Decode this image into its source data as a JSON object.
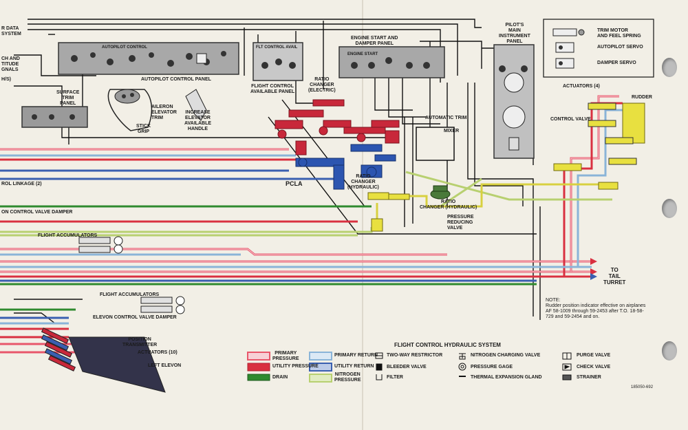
{
  "diagram": {
    "title": "FLIGHT CONTROL HYDRAULIC SYSTEM",
    "doc_number": "185050-692",
    "colors": {
      "primary_pressure": "#e8566a",
      "primary_return": "#8ab4d8",
      "utility_pressure": "#d93040",
      "utility_return": "#3a5fb0",
      "drain": "#2f8a2f",
      "nitrogen_pressure": "#b8d070",
      "yellow_component": "#e8e040",
      "red_component": "#c8283a",
      "blue_component": "#2c55b0",
      "black_line": "#111111",
      "paper": "#f2efe6"
    }
  },
  "labels": {
    "data_system": "R DATA\nSYSTEM",
    "ch_signals": "CH AND\nTITUDE\nGNALS",
    "hs": "h/s)",
    "surface_trim_panel": "SURFACE\nTRIM\nPANEL",
    "autopilot_control_panel": "AUTOPILOT CONTROL PANEL",
    "flight_control_available_panel": "FLIGHT CONTROL\nAVAILABLE PANEL",
    "engine_start_damper_panel": "ENGINE START AND\nDAMPER PANEL",
    "pilots_main_instrument_panel": "PILOT'S\nMAIN\nINSTRUMENT\nPANEL",
    "aileron_elevator_trim": "AILERON\nELEVATOR\nTRIM",
    "stick_grip": "STICK\nGRIP",
    "increase_elevator_handle": "INCREASE\nELEVATOR\nAVAILABLE\nHANDLE",
    "ratio_changer_electric": "RATIO\nCHANGER\n(ELECTRIC)",
    "automatic_trim": "AUTOMATIC TRIM",
    "mixer": "MIXER",
    "actuators_4": "ACTUATORS (4)",
    "rudder": "RUDDER",
    "control_valve": "CONTROL VALVE",
    "pcla": "PCLA",
    "ratio_changer_hydraulic_1": "RATIO\nCHANGER\n(HYDRAULIC)",
    "ratio_changer_hydraulic_2": "RATIO\nCHANGER (HYDRAULIC)",
    "pressure_reducing_valve": "PRESSURE\nREDUCING\nVALVE",
    "control_linkage": "ROL LINKAGE (2)",
    "elevon_control_valve_damper_top": "ON CONTROL VALVE DAMPER",
    "flight_accumulators_1": "FLIGHT ACCUMULATORS",
    "flight_accumulators_2": "FLIGHT ACCUMULATORS",
    "elevon_control_valve_damper": "ELEVON CONTROL VALVE DAMPER",
    "position_transmitter": "POSITION\nTRANSMITTER",
    "actuators_10": "ACTUATORS (10)",
    "left_elevon": "LEFT ELEVON",
    "to_tail_turret": "TO\nTAIL\nTURRET",
    "note": "NOTE:\nRudder position indicator effective on airplanes\nAF 58-1009 through 59-2453 after T.O. 18-58-\n729 and 59-2454 and on.",
    "panel_autopilot_text": "AUTOPILOT CONTROL",
    "panel_flt_ctl_avail": "FLT CONTROL AVAIL",
    "panel_engine_start": "ENGINE START"
  },
  "top_legend": [
    {
      "icon": "trim-motor-icon",
      "label": "TRIM MOTOR\nAND FEEL SPRING"
    },
    {
      "icon": "autopilot-servo-icon",
      "label": "AUTOPILOT SERVO"
    },
    {
      "icon": "damper-servo-icon",
      "label": "DAMPER SERVO"
    }
  ],
  "line_legend": [
    {
      "label": "PRIMARY\nPRESSURE",
      "key": "primary_pressure",
      "style": "double"
    },
    {
      "label": "UTILITY PRESSURE",
      "key": "utility_pressure",
      "style": "double"
    },
    {
      "label": "DRAIN",
      "key": "drain",
      "style": "solid"
    },
    {
      "label": "PRIMARY RETURN",
      "key": "primary_return",
      "style": "double"
    },
    {
      "label": "UTILITY RETURN",
      "key": "utility_return",
      "style": "double"
    },
    {
      "label": "NITROGEN\nPRESSURE",
      "key": "nitrogen_pressure",
      "style": "double"
    }
  ],
  "symbol_legend": [
    {
      "icon": "two-way-restrictor-icon",
      "label": "TWO-WAY RESTRICTOR"
    },
    {
      "icon": "bleeder-valve-icon",
      "label": "BLEEDER VALVE"
    },
    {
      "icon": "filter-icon",
      "label": "FILTER"
    },
    {
      "icon": "nitrogen-charging-valve-icon",
      "label": "NITROGEN CHARGING VALVE"
    },
    {
      "icon": "pressure-gage-icon",
      "label": "PRESSURE GAGE"
    },
    {
      "icon": "thermal-expansion-gland-icon",
      "label": "THERMAL EXPANSION GLAND"
    },
    {
      "icon": "purge-valve-icon",
      "label": "PURGE VALVE"
    },
    {
      "icon": "check-valve-icon",
      "label": "CHECK VALVE"
    },
    {
      "icon": "strainer-icon",
      "label": "STRAINER"
    }
  ]
}
